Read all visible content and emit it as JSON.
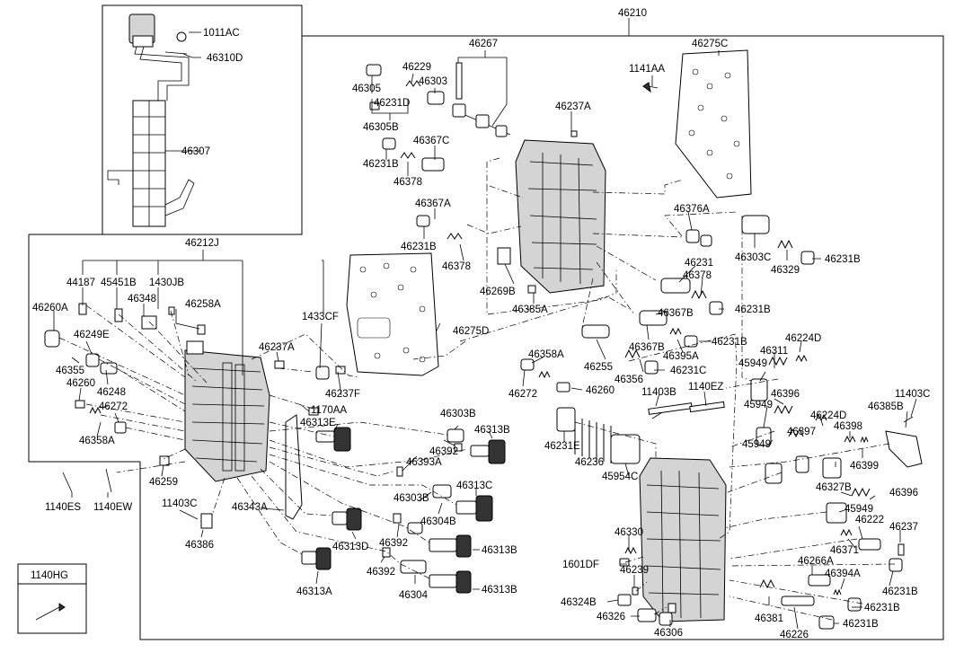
{
  "labels": {
    "46210": "46210",
    "46267": "46267",
    "46275C": "46275C",
    "1141AA": "1141AA",
    "46229": "46229",
    "46303": "46303",
    "46305": "46305",
    "46231D": "46231D",
    "46305B": "46305B",
    "46237A_top": "46237A",
    "46367C": "46367C",
    "46231B_a": "46231B",
    "46378_a": "46378",
    "46367A": "46367A",
    "46231B_b": "46231B",
    "46378_b": "46378",
    "46376A": "46376A",
    "46303C": "46303C",
    "46329": "46329",
    "46231B_c": "46231B",
    "46231": "46231",
    "46378_c": "46378",
    "46269B": "46269B",
    "46385A": "46385A",
    "46367B_a": "46367B",
    "46231B_d": "46231B",
    "46367B_b": "46367B",
    "46231B_e": "46231B",
    "46275D": "46275D",
    "46358A_mid": "46358A",
    "46395A": "46395A",
    "46255": "46255",
    "46356": "46356",
    "46231C": "46231C",
    "46224D_a": "46224D",
    "46311": "46311",
    "45949_a": "45949",
    "46396_a": "46396",
    "46272_mid": "46272",
    "46260_mid": "46260",
    "11403B": "11403B",
    "1140EZ": "1140EZ",
    "45949_b": "45949",
    "46224D_b": "46224D",
    "46397": "46397",
    "46398": "46398",
    "11403C_right": "11403C",
    "46385B": "46385B",
    "46231E": "46231E",
    "46236": "46236",
    "45954C": "45954C",
    "45949_c": "45949",
    "46399": "46399",
    "46327B": "46327B",
    "46396_b": "46396",
    "45949_d": "45949",
    "46222": "46222",
    "46237": "46237",
    "46371": "46371",
    "46330": "46330",
    "1601DF": "1601DF",
    "46239": "46239",
    "46266A": "46266A",
    "46394A": "46394A",
    "46231B_f": "46231B",
    "46324B": "46324B",
    "46326": "46326",
    "46306": "46306",
    "46381": "46381",
    "46226": "46226",
    "46231B_g": "46231B",
    "46231B_h": "46231B",
    "1011AC": "1011AC",
    "46310D": "46310D",
    "46307": "46307",
    "46212J": "46212J",
    "44187": "44187",
    "45451B": "45451B",
    "1430JB": "1430JB",
    "46348": "46348",
    "46258A": "46258A",
    "1433CF": "1433CF",
    "46260A": "46260A",
    "46249E": "46249E",
    "46237A_left": "46237A",
    "46355": "46355",
    "46260_left": "46260",
    "46248": "46248",
    "46272_left": "46272",
    "46237F": "46237F",
    "1170AA": "1170AA",
    "46313E": "46313E",
    "46358A_left": "46358A",
    "46303B_a": "46303B",
    "46392_a": "46392",
    "46313B_a": "46313B",
    "46393A": "46393A",
    "46259": "46259",
    "1140ES": "1140ES",
    "1140EW": "1140EW",
    "11403C_left": "11403C",
    "46386": "46386",
    "46343A": "46343A",
    "46303B_b": "46303B",
    "46313C": "46313C",
    "46304B": "46304B",
    "46392_b": "46392",
    "46313B_b": "46313B",
    "46313D": "46313D",
    "46392_c": "46392",
    "46304": "46304",
    "46313B_c": "46313B",
    "46313A": "46313A",
    "1140HG": "1140HG"
  }
}
